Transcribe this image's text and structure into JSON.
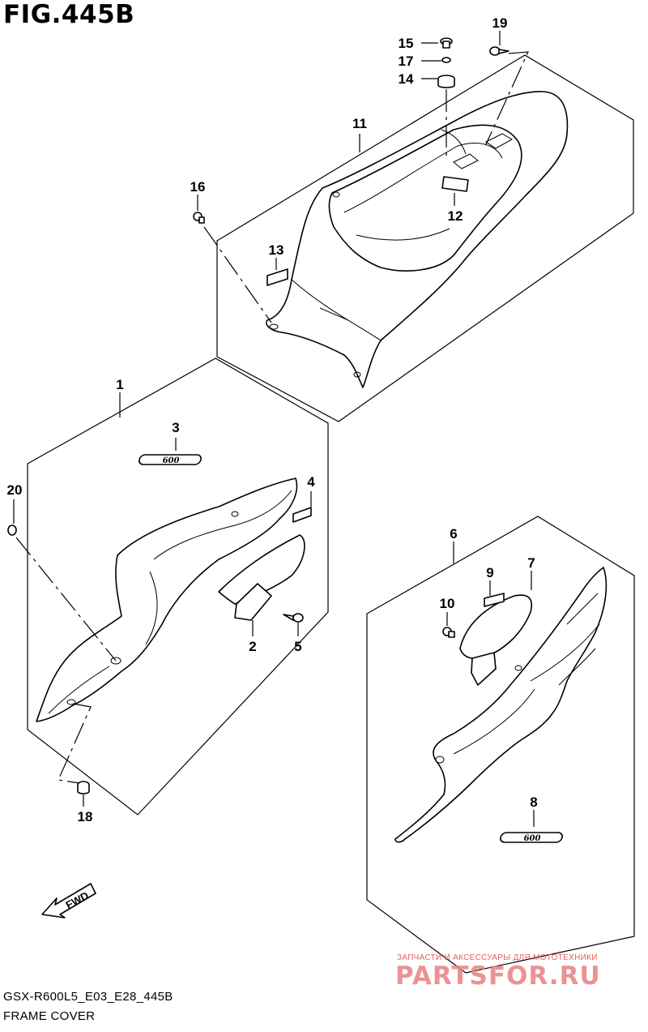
{
  "figure": {
    "title": "FIG.445B"
  },
  "callouts": [
    {
      "id": "c1",
      "label": "1"
    },
    {
      "id": "c2",
      "label": "2"
    },
    {
      "id": "c3",
      "label": "3"
    },
    {
      "id": "c4",
      "label": "4"
    },
    {
      "id": "c5",
      "label": "5"
    },
    {
      "id": "c6",
      "label": "6"
    },
    {
      "id": "c7",
      "label": "7"
    },
    {
      "id": "c8",
      "label": "8"
    },
    {
      "id": "c9",
      "label": "9"
    },
    {
      "id": "c10",
      "label": "10"
    },
    {
      "id": "c11",
      "label": "11"
    },
    {
      "id": "c12",
      "label": "12"
    },
    {
      "id": "c13",
      "label": "13"
    },
    {
      "id": "c14",
      "label": "14"
    },
    {
      "id": "c15",
      "label": "15"
    },
    {
      "id": "c16",
      "label": "16"
    },
    {
      "id": "c17",
      "label": "17"
    },
    {
      "id": "c18",
      "label": "18"
    },
    {
      "id": "c19",
      "label": "19"
    },
    {
      "id": "c20",
      "label": "20"
    }
  ],
  "emblem_text": "600",
  "direction_marker": "FWD",
  "footer": {
    "code": "GSX-R600L5_E03_E28_445B",
    "name": "FRAME COVER"
  },
  "watermark": {
    "subtitle": "ЗАПЧАСТИ И АКСЕССУАРЫ ДЛЯ МОТОТЕХНИКИ",
    "brand": "PARTSFOR.RU",
    "color": "#e88080"
  }
}
